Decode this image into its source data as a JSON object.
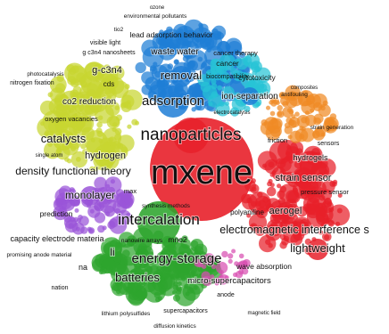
{
  "map": {
    "clusters": [
      {
        "id": "red",
        "color": "#e8202a"
      },
      {
        "id": "green",
        "color": "#2ea52e"
      },
      {
        "id": "blue",
        "color": "#1f7ed6"
      },
      {
        "id": "yellow",
        "color": "#c8d630"
      },
      {
        "id": "purple",
        "color": "#9a55d8"
      },
      {
        "id": "orange",
        "color": "#f08a25"
      },
      {
        "id": "cyan",
        "color": "#27c3d6"
      },
      {
        "id": "pink",
        "color": "#d84fb2"
      }
    ],
    "terms": [
      {
        "text": "ozone",
        "cluster": "blue"
      },
      {
        "text": "environmental pollutants",
        "cluster": "blue"
      },
      {
        "text": "tio2",
        "cluster": "blue"
      },
      {
        "text": "lead adsorption behavior",
        "cluster": "blue"
      },
      {
        "text": "visible light",
        "cluster": "blue"
      },
      {
        "text": "g c3n4 nanosheets",
        "cluster": "blue"
      },
      {
        "text": "waste water",
        "cluster": "blue"
      },
      {
        "text": "cancer therapy",
        "cluster": "blue"
      },
      {
        "text": "cancer",
        "cluster": "blue"
      },
      {
        "text": "removal",
        "cluster": "blue"
      },
      {
        "text": "biocompatibility",
        "cluster": "blue"
      },
      {
        "text": "cytotoxicity",
        "cluster": "blue"
      },
      {
        "text": "adsorption",
        "cluster": "blue"
      },
      {
        "text": "ion-separation",
        "cluster": "blue"
      },
      {
        "text": "electrocatalysis",
        "cluster": "blue"
      },
      {
        "text": "g-c3n4",
        "cluster": "yellow"
      },
      {
        "text": "photocatalysis",
        "cluster": "yellow"
      },
      {
        "text": "nitrogen fixation",
        "cluster": "yellow"
      },
      {
        "text": "cds",
        "cluster": "yellow"
      },
      {
        "text": "co2 reduction",
        "cluster": "yellow"
      },
      {
        "text": "oxygen vacancies",
        "cluster": "yellow"
      },
      {
        "text": "catalysts",
        "cluster": "yellow"
      },
      {
        "text": "hydrogen",
        "cluster": "yellow"
      },
      {
        "text": "density functional theory",
        "cluster": "yellow"
      },
      {
        "text": "single atom",
        "cluster": "yellow"
      },
      {
        "text": "nanoparticles",
        "cluster": "red"
      },
      {
        "text": "mxene",
        "cluster": "red"
      },
      {
        "text": "composites",
        "cluster": "red"
      },
      {
        "text": "hydrogels",
        "cluster": "red"
      },
      {
        "text": "sensors",
        "cluster": "red"
      },
      {
        "text": "strain sensor",
        "cluster": "red"
      },
      {
        "text": "pressure sensor",
        "cluster": "red"
      },
      {
        "text": "aerogel",
        "cluster": "red"
      },
      {
        "text": "polyaniline",
        "cluster": "red"
      },
      {
        "text": "electromagnetic interference s",
        "cluster": "red"
      },
      {
        "text": "lightweight",
        "cluster": "red"
      },
      {
        "text": "wave absorption",
        "cluster": "red"
      },
      {
        "text": "friction",
        "cluster": "orange"
      },
      {
        "text": "strain generation",
        "cluster": "orange"
      },
      {
        "text": "antifouling",
        "cluster": "orange"
      },
      {
        "text": "monolayer",
        "cluster": "purple"
      },
      {
        "text": "max",
        "cluster": "purple"
      },
      {
        "text": "prediction",
        "cluster": "purple"
      },
      {
        "text": "synthesis methods",
        "cluster": "purple"
      },
      {
        "text": "capacity electrode materia",
        "cluster": "purple"
      },
      {
        "text": "promising anode material",
        "cluster": "purple"
      },
      {
        "text": "intercalation",
        "cluster": "green"
      },
      {
        "text": "nanowire arrays",
        "cluster": "green"
      },
      {
        "text": "mno2",
        "cluster": "green"
      },
      {
        "text": "li",
        "cluster": "green"
      },
      {
        "text": "energy-storage",
        "cluster": "green"
      },
      {
        "text": "na",
        "cluster": "green"
      },
      {
        "text": "batteries",
        "cluster": "green"
      },
      {
        "text": "micro-supercapacitors",
        "cluster": "green"
      },
      {
        "text": "lithium polysulfides",
        "cluster": "green"
      },
      {
        "text": "supercapacitors",
        "cluster": "green"
      },
      {
        "text": "anode",
        "cluster": "green"
      },
      {
        "text": "diffusion kinetics",
        "cluster": "green"
      },
      {
        "text": "nation",
        "cluster": "green"
      },
      {
        "text": "magnetic field",
        "cluster": "green"
      }
    ]
  }
}
